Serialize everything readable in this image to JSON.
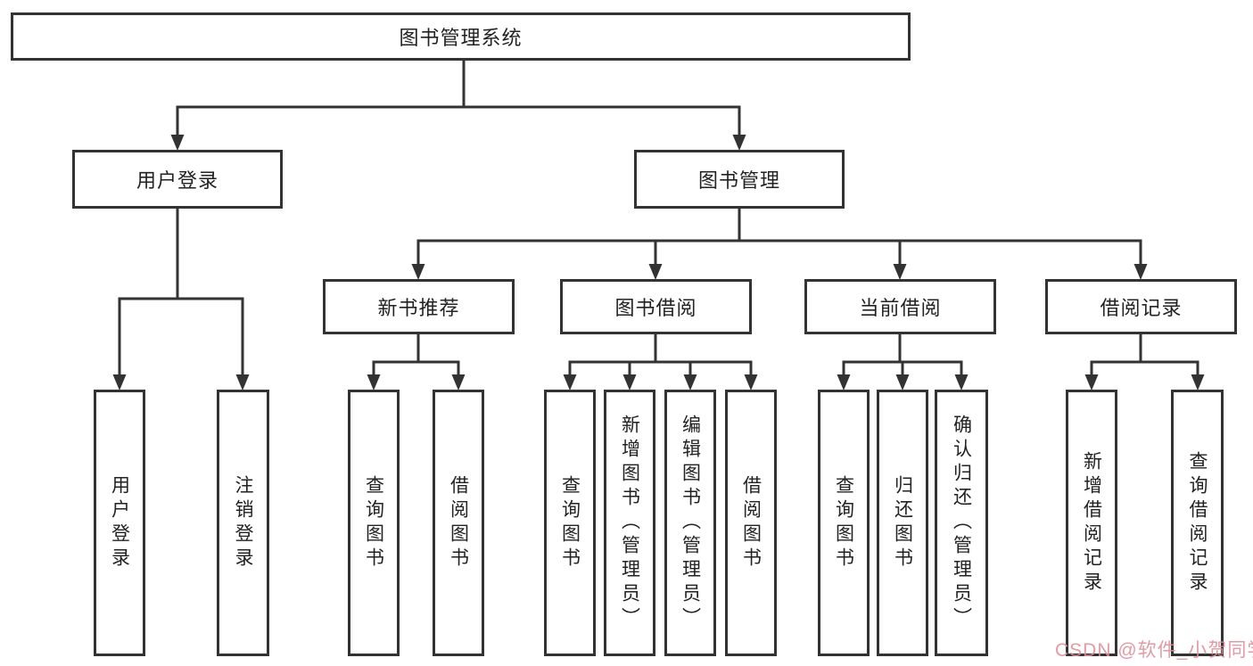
{
  "tree": {
    "label": "图书管理系统",
    "children": [
      {
        "label": "用户登录",
        "children": [
          {
            "label": "用户登录"
          },
          {
            "label": "注销登录"
          }
        ]
      },
      {
        "label": "图书管理",
        "children": [
          {
            "label": "新书推荐",
            "children": [
              {
                "label": "查询图书"
              },
              {
                "label": "借阅图书"
              }
            ]
          },
          {
            "label": "图书借阅",
            "children": [
              {
                "label": "查询图书"
              },
              {
                "label": "新增图书（管理员）"
              },
              {
                "label": "编辑图书（管理员）"
              },
              {
                "label": "借阅图书"
              }
            ]
          },
          {
            "label": "当前借阅",
            "children": [
              {
                "label": "查询图书"
              },
              {
                "label": "归还图书"
              },
              {
                "label": "确认归还（管理员）"
              }
            ]
          },
          {
            "label": "借阅记录",
            "children": [
              {
                "label": "新增借阅记录"
              },
              {
                "label": "查询借阅记录"
              }
            ]
          }
        ]
      }
    ]
  },
  "watermark": {
    "text": "CSDN @软件_小贺同学"
  },
  "colors": {
    "line": "#333333",
    "text": "#222222",
    "box_background": "#ffffff",
    "watermark": "#e08d97"
  }
}
